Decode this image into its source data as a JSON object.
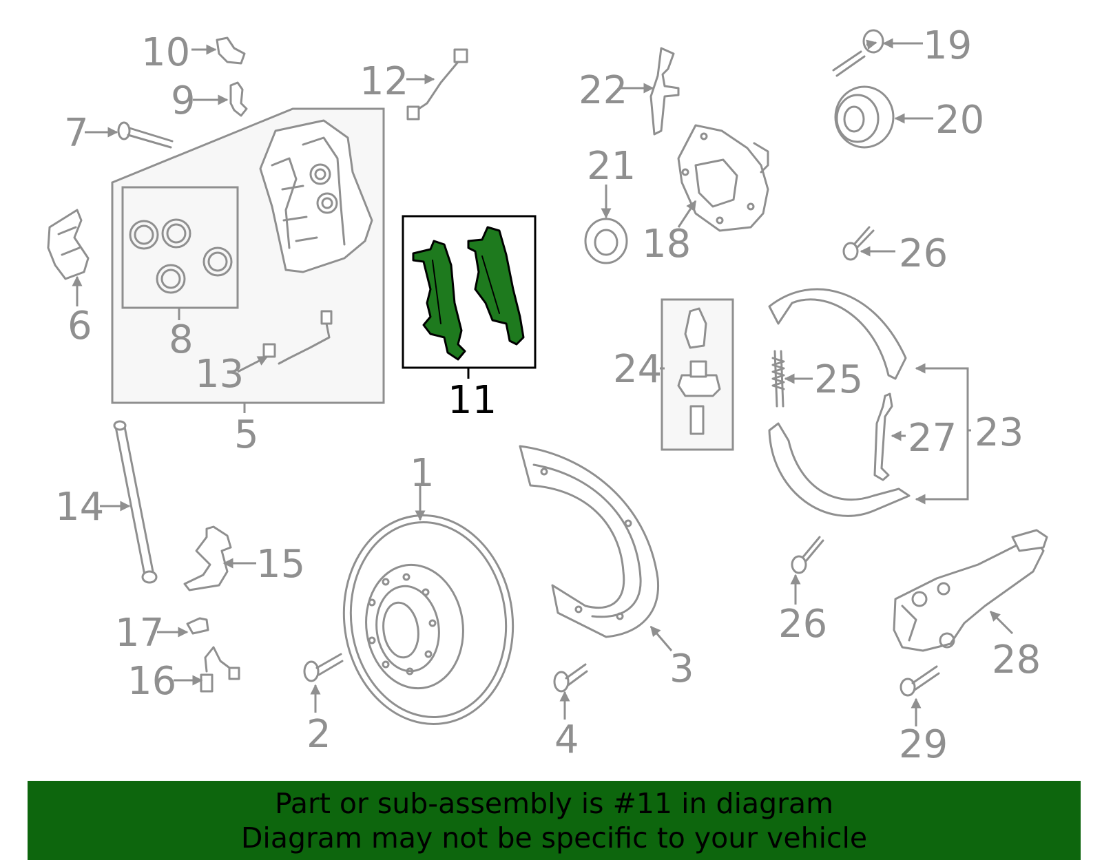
{
  "diagram": {
    "highlighted_part": "11",
    "callouts": [
      "1",
      "2",
      "3",
      "4",
      "5",
      "6",
      "7",
      "8",
      "9",
      "10",
      "11",
      "12",
      "13",
      "14",
      "15",
      "16",
      "17",
      "18",
      "19",
      "20",
      "21",
      "22",
      "23",
      "24",
      "25",
      "26",
      "26",
      "27",
      "28",
      "29"
    ],
    "colors": {
      "line": "#8f8f8f",
      "highlight_fill": "#1e7a1e",
      "banner_bg": "#0d660d",
      "group_fill": "#f7f7f7"
    }
  },
  "banner": {
    "line1": "Part or sub-assembly is #11 in diagram",
    "line2": "Diagram may not be specific to your vehicle"
  }
}
